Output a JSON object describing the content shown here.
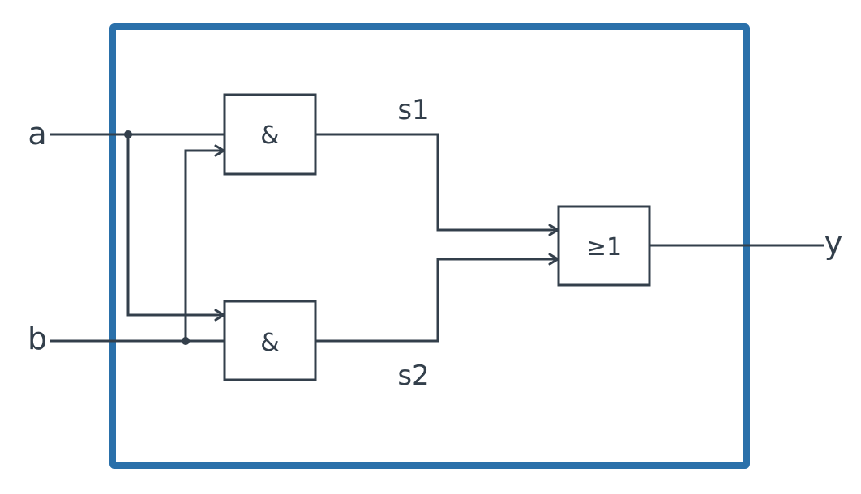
{
  "diagram": {
    "inputs": {
      "a": "a",
      "b": "b"
    },
    "output": "y",
    "signals": {
      "s1": "s1",
      "s2": "s2"
    },
    "gates": {
      "and_top": "&",
      "and_bottom": "&",
      "or": "≥1"
    },
    "colors": {
      "frame": "#2a70aa",
      "wire": "#333f4b"
    }
  }
}
